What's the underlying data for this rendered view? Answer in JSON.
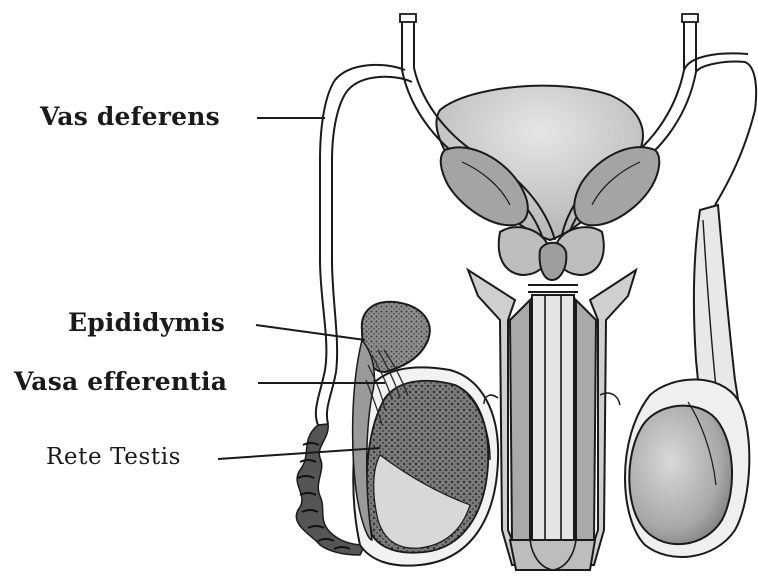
{
  "labels": {
    "vas_deferens": "Vas deferens",
    "epididymis": "Epididymis",
    "vasa_efferentia": "Vasa efferentia",
    "rete_testis": "Rete Testis"
  },
  "colors": {
    "ink": "#1a1a1a",
    "tissue_light": "#d6d6d6",
    "tissue_mid": "#a9a9a9",
    "tissue_dark": "#5e5e5e"
  }
}
